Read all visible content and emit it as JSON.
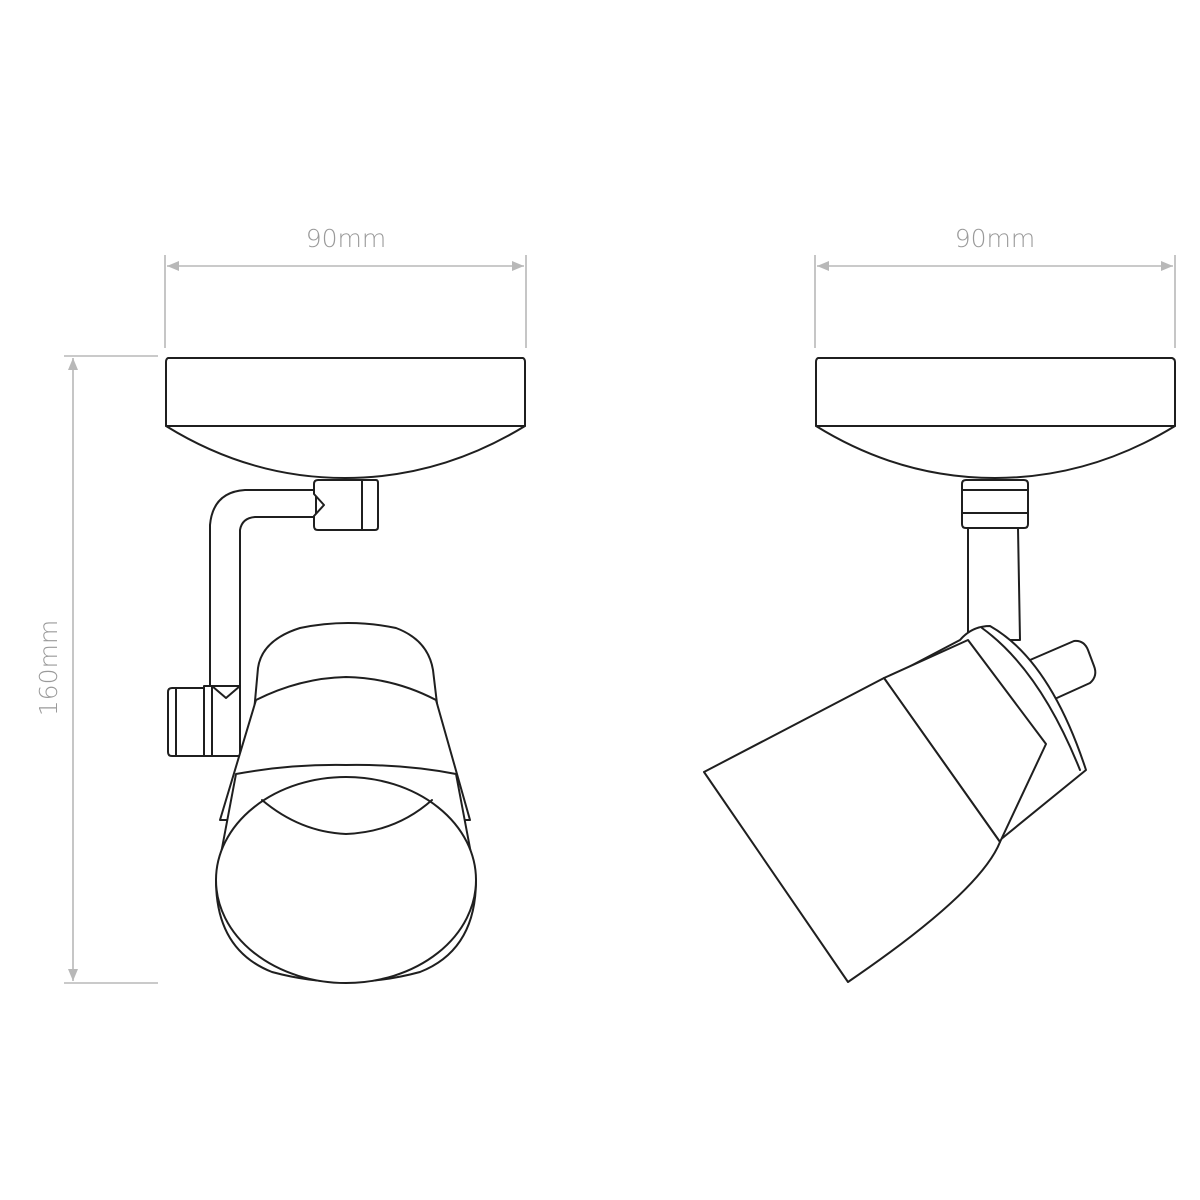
{
  "dimensions": {
    "front_width": "90mm",
    "side_width": "90mm",
    "height": "160mm"
  },
  "colors": {
    "line": "#1f1f1f",
    "dimension": "#b8b8b8",
    "text": "#9a9a9a",
    "background": "#ffffff"
  }
}
